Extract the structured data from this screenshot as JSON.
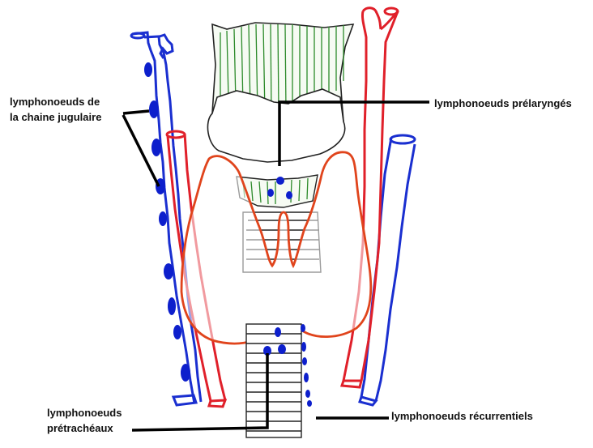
{
  "labels": {
    "jugular_line1": "lymphonoeuds de",
    "jugular_line2": "la chaine jugulaire",
    "prelaryngeal": "lymphonoeuds prélaryngés",
    "pretracheal_line1": "lymphonoeuds",
    "pretracheal_line2": "prétrachéaux",
    "recurrent": "lymphonoeuds récurrentiels"
  },
  "colors": {
    "vein": "#1a2fd0",
    "artery": "#e0202a",
    "thyroid": "#e0441c",
    "cartilage_stripes": "#2c8a2a",
    "node": "#0d1fcc",
    "leader": "#000000"
  }
}
